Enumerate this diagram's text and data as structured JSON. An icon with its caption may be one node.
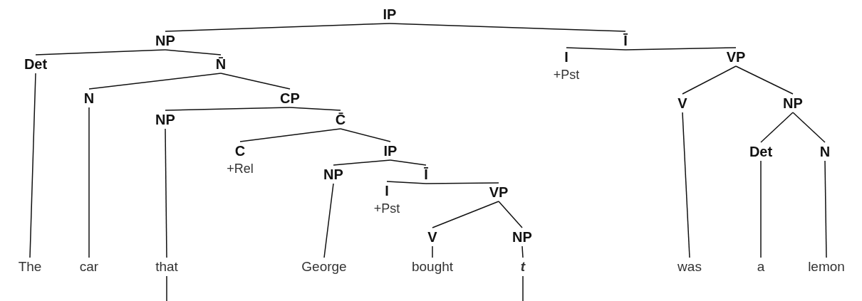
{
  "diagram": {
    "nodes": [
      {
        "text": [
          "IP"
        ]
      },
      {
        "text": [
          "NP"
        ]
      },
      {
        "text": [
          "Det"
        ]
      },
      {
        "text": [
          "N̄"
        ]
      },
      {
        "text": [
          "N"
        ]
      },
      {
        "text": [
          "CP"
        ]
      },
      {
        "text": [
          "NP"
        ]
      },
      {
        "text": [
          "C̄"
        ]
      },
      {
        "text": [
          "C",
          "+Rel"
        ]
      },
      {
        "text": [
          "IP"
        ]
      },
      {
        "text": [
          "NP"
        ]
      },
      {
        "text": [
          "Ī"
        ]
      },
      {
        "text": [
          "I",
          "+Pst"
        ]
      },
      {
        "text": [
          "VP"
        ]
      },
      {
        "text": [
          "V"
        ]
      },
      {
        "text": [
          "NP"
        ]
      },
      {
        "text": [
          "Ī"
        ]
      },
      {
        "text": [
          "I",
          "+Pst"
        ]
      },
      {
        "text": [
          "VP"
        ]
      },
      {
        "text": [
          "V"
        ]
      },
      {
        "text": [
          "NP"
        ]
      },
      {
        "text": [
          "Det"
        ]
      },
      {
        "text": [
          "N"
        ]
      },
      {
        "text": [
          "The"
        ]
      },
      {
        "text": [
          "car"
        ]
      },
      {
        "text": [
          "that"
        ]
      },
      {
        "text": [
          "George"
        ]
      },
      {
        "text": [
          "bought"
        ]
      },
      {
        "text": [
          "*t*"
        ]
      },
      {
        "text": [
          "was"
        ]
      },
      {
        "text": [
          "a"
        ]
      },
      {
        "text": [
          "lemon"
        ]
      }
    ],
    "edges": [
      {
        "from": 0,
        "to": 1,
        "arrow": "none"
      },
      {
        "from": 0,
        "to": 16,
        "arrow": "none"
      },
      {
        "from": 1,
        "to": 2,
        "arrow": "none"
      },
      {
        "from": 1,
        "to": 3,
        "arrow": "none"
      },
      {
        "from": 3,
        "to": 4,
        "arrow": "none"
      },
      {
        "from": 3,
        "to": 5,
        "arrow": "none"
      },
      {
        "from": 5,
        "to": 6,
        "arrow": "none"
      },
      {
        "from": 5,
        "to": 7,
        "arrow": "none"
      },
      {
        "from": 7,
        "to": 8,
        "arrow": "none"
      },
      {
        "from": 7,
        "to": 9,
        "arrow": "none"
      },
      {
        "from": 9,
        "to": 10,
        "arrow": "none"
      },
      {
        "from": 9,
        "to": 11,
        "arrow": "none"
      },
      {
        "from": 11,
        "to": 12,
        "arrow": "none"
      },
      {
        "from": 11,
        "to": 13,
        "arrow": "none"
      },
      {
        "from": 13,
        "to": 14,
        "arrow": "none"
      },
      {
        "from": 13,
        "to": 15,
        "arrow": "none"
      },
      {
        "from": 16,
        "to": 17,
        "arrow": "none"
      },
      {
        "from": 16,
        "to": 18,
        "arrow": "none"
      },
      {
        "from": 18,
        "to": 19,
        "arrow": "none"
      },
      {
        "from": 18,
        "to": 20,
        "arrow": "none"
      },
      {
        "from": 20,
        "to": 21,
        "arrow": "none"
      },
      {
        "from": 20,
        "to": 22,
        "arrow": "none"
      },
      {
        "from": 2,
        "to": 23,
        "arrow": "none"
      },
      {
        "from": 4,
        "to": 24,
        "arrow": "none"
      },
      {
        "from": 6,
        "to": 25,
        "arrow": "none"
      },
      {
        "from": 10,
        "to": 26,
        "arrow": "none"
      },
      {
        "from": 14,
        "to": 27,
        "arrow": "none"
      },
      {
        "from": 15,
        "to": 28,
        "arrow": "none"
      },
      {
        "from": 19,
        "to": 29,
        "arrow": "none"
      },
      {
        "from": 21,
        "to": 30,
        "arrow": "none"
      },
      {
        "from": 22,
        "to": 31,
        "arrow": "none"
      },
      {
        "from": 25,
        "to": null,
        "arrow": "none"
      },
      {
        "from": 28,
        "to": null,
        "arrow": "none"
      }
    ]
  }
}
